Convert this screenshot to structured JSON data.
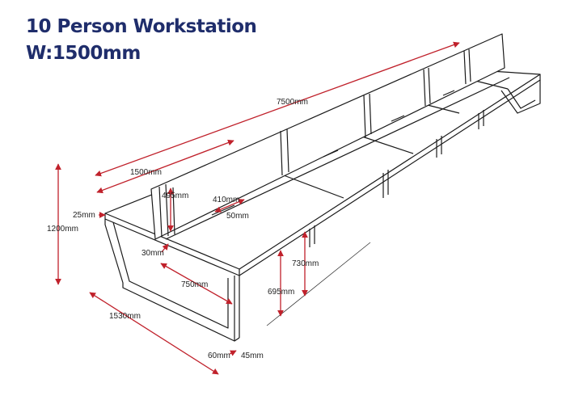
{
  "title": {
    "line1": "10 Person Workstation",
    "line2": "W:1500mm"
  },
  "dimensions": {
    "overall_length": "7500mm",
    "bay_width": "1500mm",
    "screen_height": "495mm",
    "screen_cutout_width": "410mm",
    "screen_cutout_depth": "50mm",
    "top_thickness": "25mm",
    "overall_height": "1200mm",
    "desk_height": "730mm",
    "leg_height": "695mm",
    "desk_depth": "750mm",
    "frame_offset": "30mm",
    "overall_depth": "1530mm",
    "leg_width": "60mm",
    "leg_depth": "45mm"
  },
  "colors": {
    "title": "#1f2d6b",
    "dimension_arrow": "#c0212b",
    "line": "#1a1a1a"
  }
}
